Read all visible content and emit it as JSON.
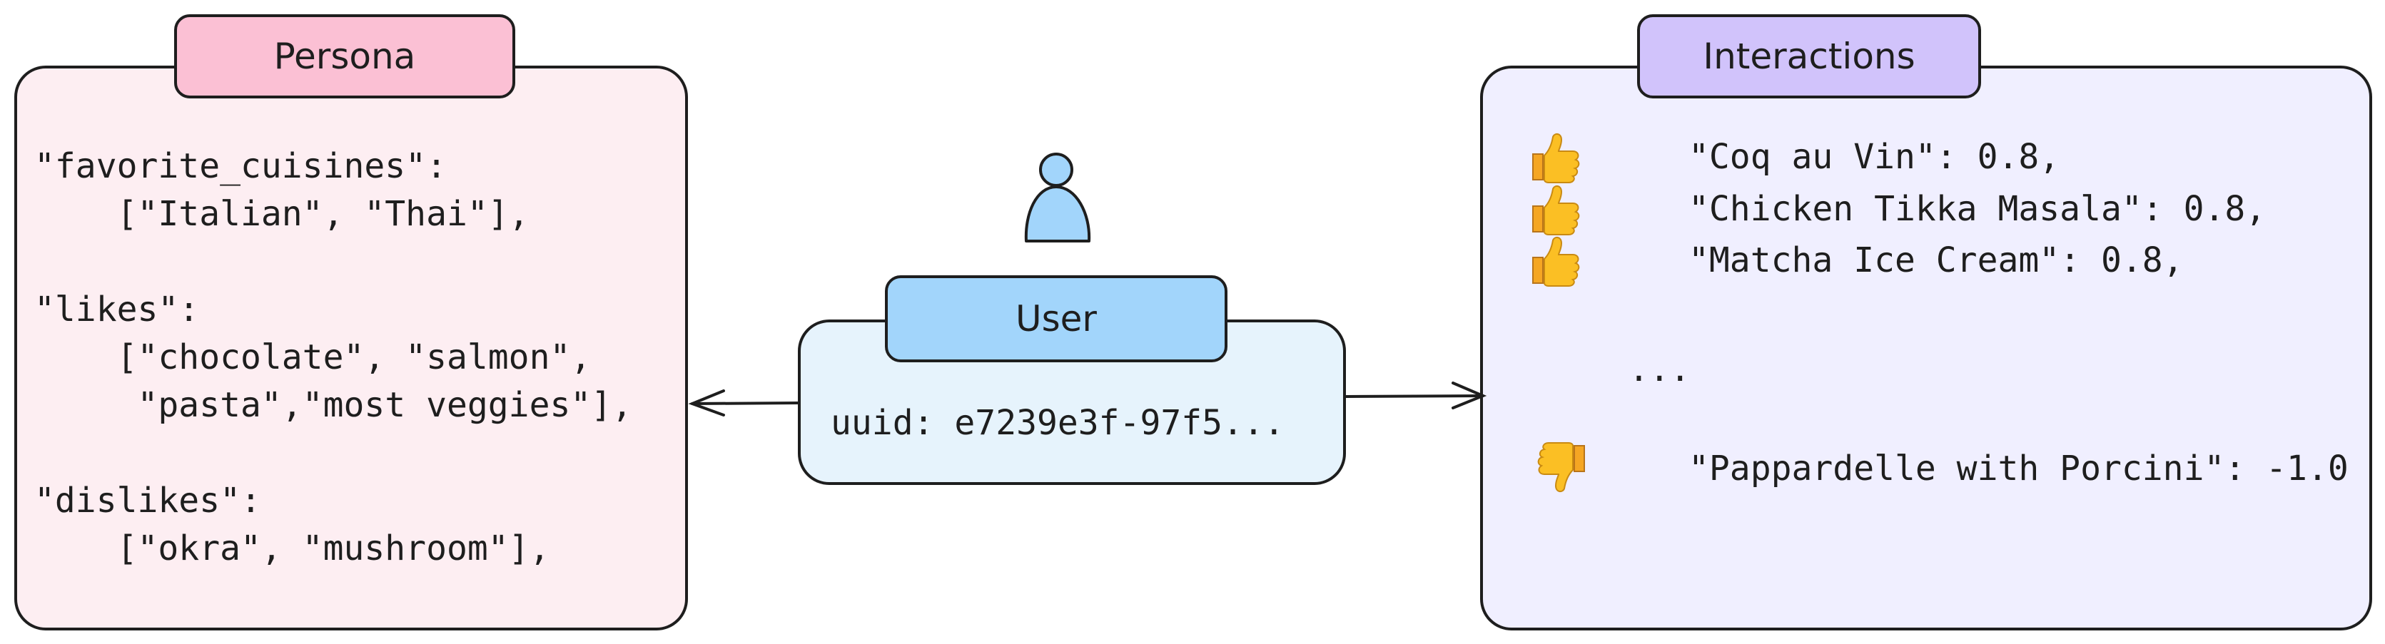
{
  "persona": {
    "title": "Persona",
    "text": "\"favorite_cuisines\":\n    [\"Italian\", \"Thai\"],\n\n\"likes\":\n    [\"chocolate\", \"salmon\",\n     \"pasta\",\"most veggies\"],\n\n\"dislikes\":\n    [\"okra\", \"mushroom\"],"
  },
  "user": {
    "title": "User",
    "uuid": "uuid: e7239e3f-97f5..."
  },
  "interactions": {
    "title": "Interactions",
    "items": [
      {
        "text": "\"Coq au Vin\": 0.8,",
        "icon": "thumbs-up-icon"
      },
      {
        "text": "\"Chicken Tikka Masala\": 0.8,",
        "icon": "thumbs-up-icon"
      },
      {
        "text": "\"Matcha Ice Cream\": 0.8,",
        "icon": "thumbs-up-icon"
      },
      {
        "text": "\"Pappardelle with Porcini\": -1.0",
        "icon": "thumbs-down-icon"
      }
    ],
    "ellipsis": "..."
  },
  "colors": {
    "persona_fill": "#fdeef2",
    "persona_tab": "#fbc0d4",
    "user_fill": "#e6f3fc",
    "user_tab": "#a2d5fb",
    "interactions_fill": "#f0efff",
    "interactions_tab": "#d1c3fb",
    "stroke": "#1e1e1e",
    "thumb": "#fbbf24"
  }
}
